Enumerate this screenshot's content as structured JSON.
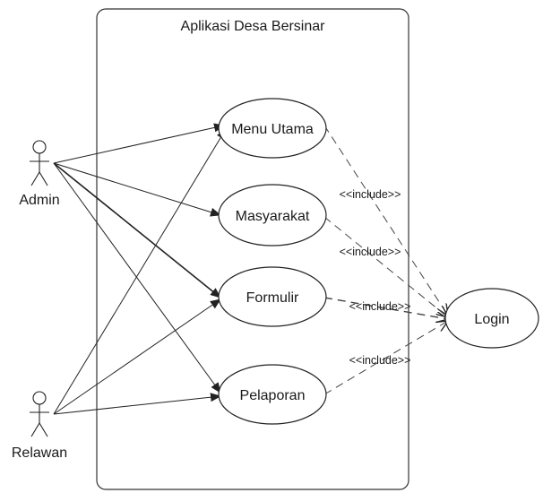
{
  "system": {
    "title": "Aplikasi Desa Bersinar"
  },
  "actors": {
    "admin": {
      "label": "Admin"
    },
    "relawan": {
      "label": "Relawan"
    }
  },
  "use_cases": {
    "menu_utama": {
      "label": "Menu Utama"
    },
    "masyarakat": {
      "label": "Masyarakat"
    },
    "formulir": {
      "label": "Formulir"
    },
    "pelaporan": {
      "label": "Pelaporan"
    },
    "login": {
      "label": "Login"
    }
  },
  "includes": {
    "include_1": "<<include>>",
    "include_2": "<<include>>",
    "include_3": "<<include>>",
    "include_4": "<<include>>"
  }
}
